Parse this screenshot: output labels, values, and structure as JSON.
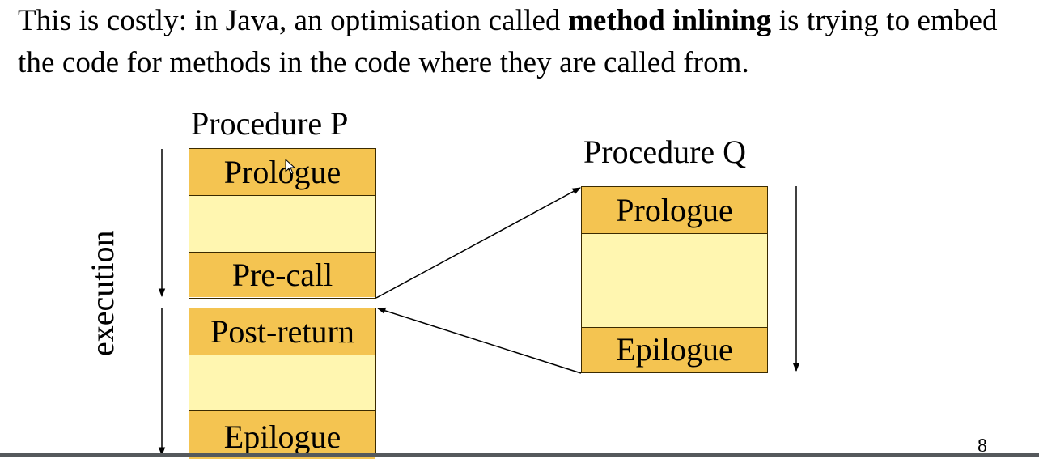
{
  "intro": {
    "before": "This is costly: in Java, an optimisation called ",
    "bold": "method inlining",
    "after": " is trying to embed the code for methods in the code where they are called from."
  },
  "diagram": {
    "procedure_p": {
      "title": "Procedure P",
      "upper_sections": [
        "Prologue",
        "",
        "Pre-call"
      ],
      "lower_sections": [
        "Post-return",
        "",
        "Epilogue"
      ]
    },
    "procedure_q": {
      "title": "Procedure Q",
      "sections": [
        "Prologue",
        "",
        "Epilogue"
      ]
    },
    "axis_label": "execution"
  },
  "page_number": "8",
  "colors": {
    "section_dark": "#f4c451",
    "section_light": "#fff6b0",
    "border": "#3a2a00"
  }
}
